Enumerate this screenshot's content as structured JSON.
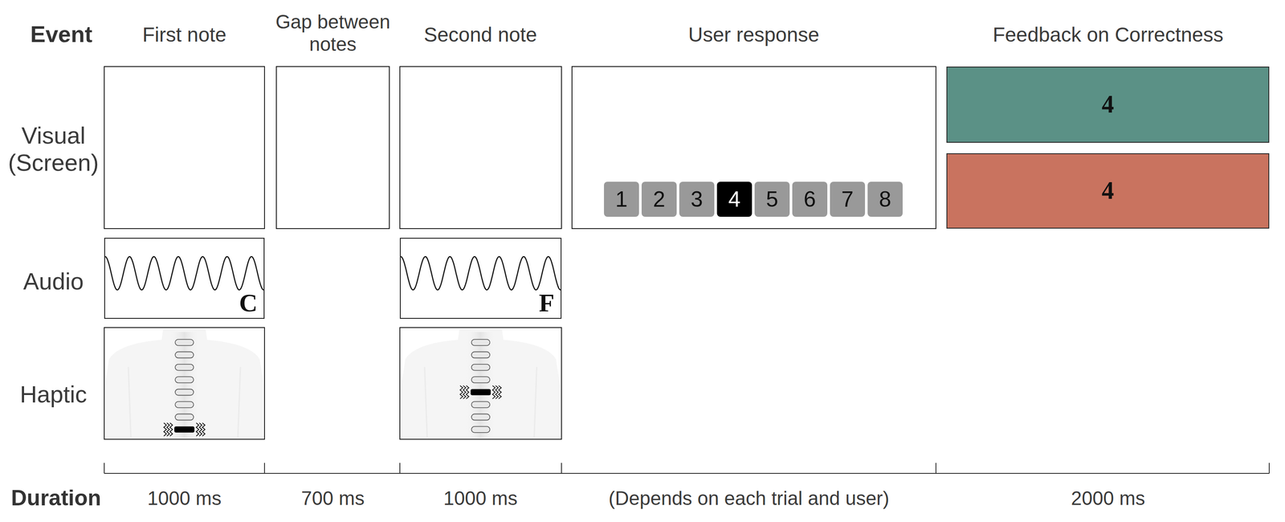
{
  "diagram": {
    "nodes": [
      {
        "text": [
          "1"
        ]
      },
      {
        "text": [
          "2"
        ]
      },
      {
        "text": [
          "3"
        ]
      },
      {
        "text": [
          "4"
        ]
      },
      {
        "text": [
          "5"
        ]
      },
      {
        "text": [
          "6"
        ]
      },
      {
        "text": [
          "7"
        ]
      },
      {
        "text": [
          "8"
        ]
      },
      {
        "text": [
          "4"
        ]
      },
      {
        "text": [
          "4"
        ]
      },
      {
        "text": [
          "C"
        ]
      },
      {
        "text": [
          "F"
        ]
      }
    ],
    "labels": [
      "Event",
      "First note",
      "Gap between notes",
      "Second note",
      "User response",
      "Feedback on Correctness",
      "Visual (Screen)",
      "Audio",
      "Haptic",
      "Duration",
      "1000 ms",
      "700 ms",
      "1000 ms",
      "(Depends on each trial and user)",
      "2000 ms"
    ]
  }
}
